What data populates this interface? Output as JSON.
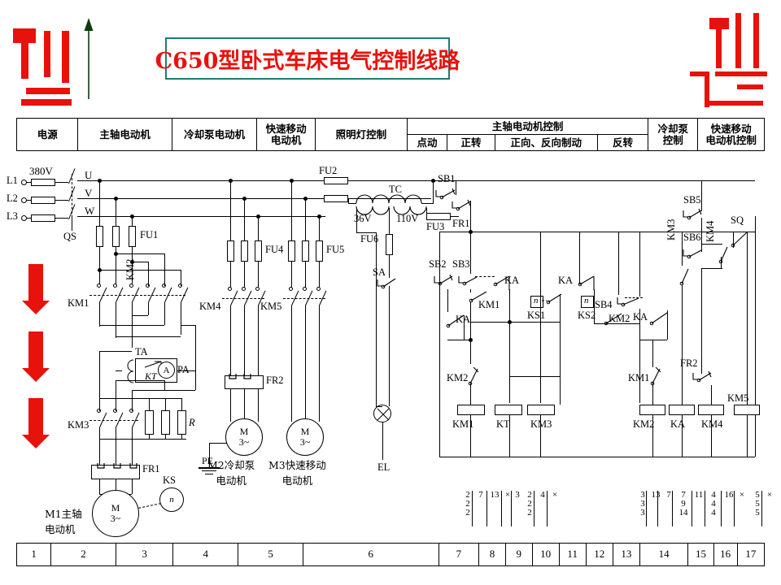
{
  "title": {
    "text": "C650型卧式车床电气控制线路",
    "border_color": "#1d7c74",
    "text_color": "#e8120c"
  },
  "decorations": {
    "accent_color": "#e8120c",
    "arrow_up_color": "#0b3d0b",
    "left_arrow_icon": "arrow-up-icon",
    "down_arrow_icon": "arrow-down-icon",
    "down_arrow_count": 3
  },
  "header_table": {
    "row1": [
      {
        "label": "电源",
        "span": 1
      },
      {
        "label": "主轴电动机",
        "span": 1
      },
      {
        "label": "冷却泵电动机",
        "span": 1
      },
      {
        "label": "快速移动\n电动机",
        "span": 1
      },
      {
        "label": "照明灯控制",
        "span": 1
      },
      {
        "label": "主轴电动机控制",
        "span": 4
      },
      {
        "label": "冷却泵\n控制",
        "span": 1
      },
      {
        "label": "快速移动\n电动机控制",
        "span": 1
      }
    ],
    "row2_sub": [
      {
        "label": "点动"
      },
      {
        "label": "正转"
      },
      {
        "label": "正向、反向制动"
      },
      {
        "label": "反转"
      }
    ],
    "cells": {
      "power": "电源",
      "spindle_motor": "主轴电动机",
      "coolant_motor": "冷却泵电动机",
      "rapid_motor_l1": "快速移动",
      "rapid_motor_l2": "电动机",
      "lighting": "照明灯控制",
      "spindle_control": "主轴电动机控制",
      "jog": "点动",
      "forward": "正转",
      "braking": "正向、反向制动",
      "reverse": "反转",
      "coolant_control_l1": "冷却泵",
      "coolant_control_l2": "控制",
      "rapid_control_l1": "快速移动",
      "rapid_control_l2": "电动机控制"
    }
  },
  "footer_columns": [
    "1",
    "2",
    "3",
    "4",
    "5",
    "6",
    "7",
    "8",
    "9",
    "10",
    "11",
    "12",
    "13",
    "14",
    "15",
    "16",
    "17"
  ],
  "power_section": {
    "voltage": "380V",
    "lines": [
      "L1",
      "L2",
      "L3"
    ],
    "disconnect": "QS",
    "phases": [
      "U",
      "V",
      "W"
    ],
    "main_fuse": "FU1"
  },
  "spindle_section": {
    "contactors": [
      "KM1",
      "KM2",
      "KM3"
    ],
    "current_transformer": "TA",
    "time_relay": "KT",
    "ammeter": "PA",
    "resistor": "R",
    "thermal_relay": "FR1",
    "speed_relay": "KS",
    "motor_symbol_l1": "M",
    "motor_symbol_l2": "3~",
    "motor_label_l1": "M1主轴",
    "motor_label_l2": "电动机"
  },
  "coolant_section": {
    "fuse": "FU4",
    "contactor": "KM4",
    "thermal_relay": "FR2",
    "ground": "PE",
    "motor_label_l1": "M2冷却泵",
    "motor_label_l2": "电动机",
    "motor_symbol_l1": "M",
    "motor_symbol_l2": "3~"
  },
  "rapid_section": {
    "fuse": "FU5",
    "contactor": "KM5",
    "motor_label_l1": "M3快速移动",
    "motor_label_l2": "电动机",
    "motor_symbol_l1": "M",
    "motor_symbol_l2": "3~"
  },
  "lighting_section": {
    "fuse_primary": "FU2",
    "transformer": "TC",
    "secondary_low": "36V",
    "secondary_ctrl": "110V",
    "fuse_ctrl": "FU3",
    "fuse_lamp": "FU6",
    "switch": "SA",
    "lamp": "EL"
  },
  "control_section": {
    "main_switch": "SB1",
    "thermal_contact_1": "FR1",
    "thermal_contact_2": "FR2",
    "buttons": [
      "SB2",
      "SB3",
      "SB4",
      "SB5",
      "SB6"
    ],
    "limit_switch": "SQ",
    "relay": "KA",
    "speed_contacts": [
      "KS1",
      "KS2"
    ],
    "speed_glyph": "n",
    "contactor_contacts": [
      "KM1",
      "KM2",
      "KM3",
      "KM4"
    ],
    "coils": [
      "KM1",
      "KT",
      "KM3",
      "KM2",
      "KA",
      "KM4",
      "KM5"
    ]
  },
  "cross_reference": {
    "group_left": [
      {
        "lines": [
          "2",
          "2",
          "2"
        ]
      },
      {
        "lines": [
          "7"
        ]
      },
      {
        "lines": [
          "13"
        ]
      },
      {
        "lines": [
          "×"
        ]
      },
      {
        "lines": [
          "3"
        ]
      },
      {
        "lines": [
          "2",
          "2",
          "2"
        ]
      },
      {
        "lines": [
          "4"
        ]
      },
      {
        "lines": [
          "×"
        ]
      }
    ],
    "group_right": [
      {
        "lines": [
          "3",
          "3",
          "3"
        ]
      },
      {
        "lines": [
          "13"
        ]
      },
      {
        "lines": [
          "7"
        ]
      },
      {
        "lines": [
          "7",
          "9",
          "14"
        ]
      },
      {
        "lines": [
          "11"
        ]
      },
      {
        "lines": [
          "4",
          "4",
          "4"
        ]
      },
      {
        "lines": [
          "16"
        ]
      },
      {
        "lines": [
          "×"
        ]
      },
      {
        "lines": [
          "5",
          "5",
          "5"
        ]
      },
      {
        "lines": [
          "×"
        ]
      }
    ]
  }
}
